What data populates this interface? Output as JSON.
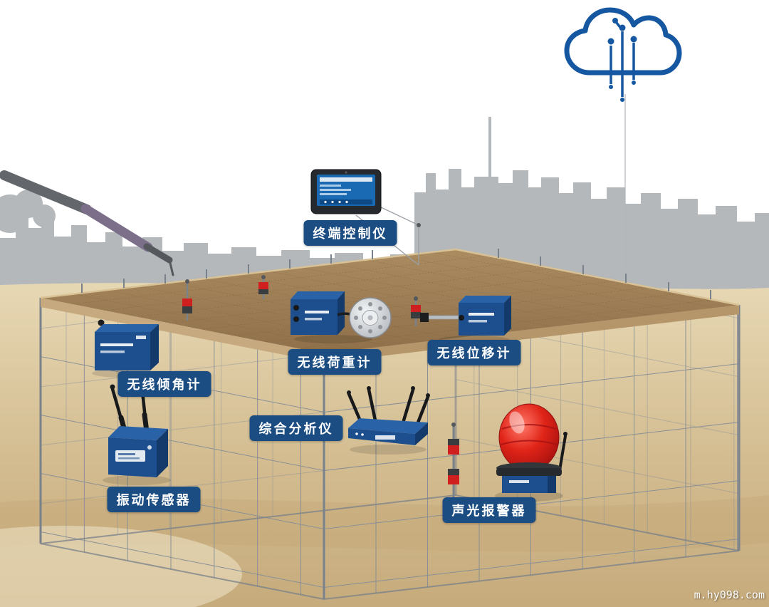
{
  "devices": [
    {
      "id": "terminal-control",
      "label": "终端控制仪"
    },
    {
      "id": "wireless-inclinometer",
      "label": "无线倾角计"
    },
    {
      "id": "wireless-load-cell",
      "label": "无线荷重计"
    },
    {
      "id": "wireless-displacement-meter",
      "label": "无线位移计"
    },
    {
      "id": "integrated-analyzer",
      "label": "综合分析仪"
    },
    {
      "id": "vibration-sensor",
      "label": "振动传感器"
    },
    {
      "id": "sound-light-alarm",
      "label": "声光报警器"
    }
  ],
  "watermark": "m.hy098.com",
  "icons": [
    "cloud-iot-icon",
    "tablet-terminal-icon",
    "inclinometer-icon",
    "load-cell-icon",
    "displacement-meter-icon",
    "analyzer-router-icon",
    "vibration-sensor-icon",
    "alarm-beacon-icon",
    "crane-silhouette",
    "city-skyline"
  ],
  "colors": {
    "label_bg": "#1b4d82",
    "device_blue": "#1d4e8d",
    "cloud_blue": "#1557a0",
    "deck_brown": "#9c7b52",
    "ground_sand": "#d9c49c",
    "skyline_gray": "#b4b8bb",
    "alarm_red": "#d42020"
  }
}
